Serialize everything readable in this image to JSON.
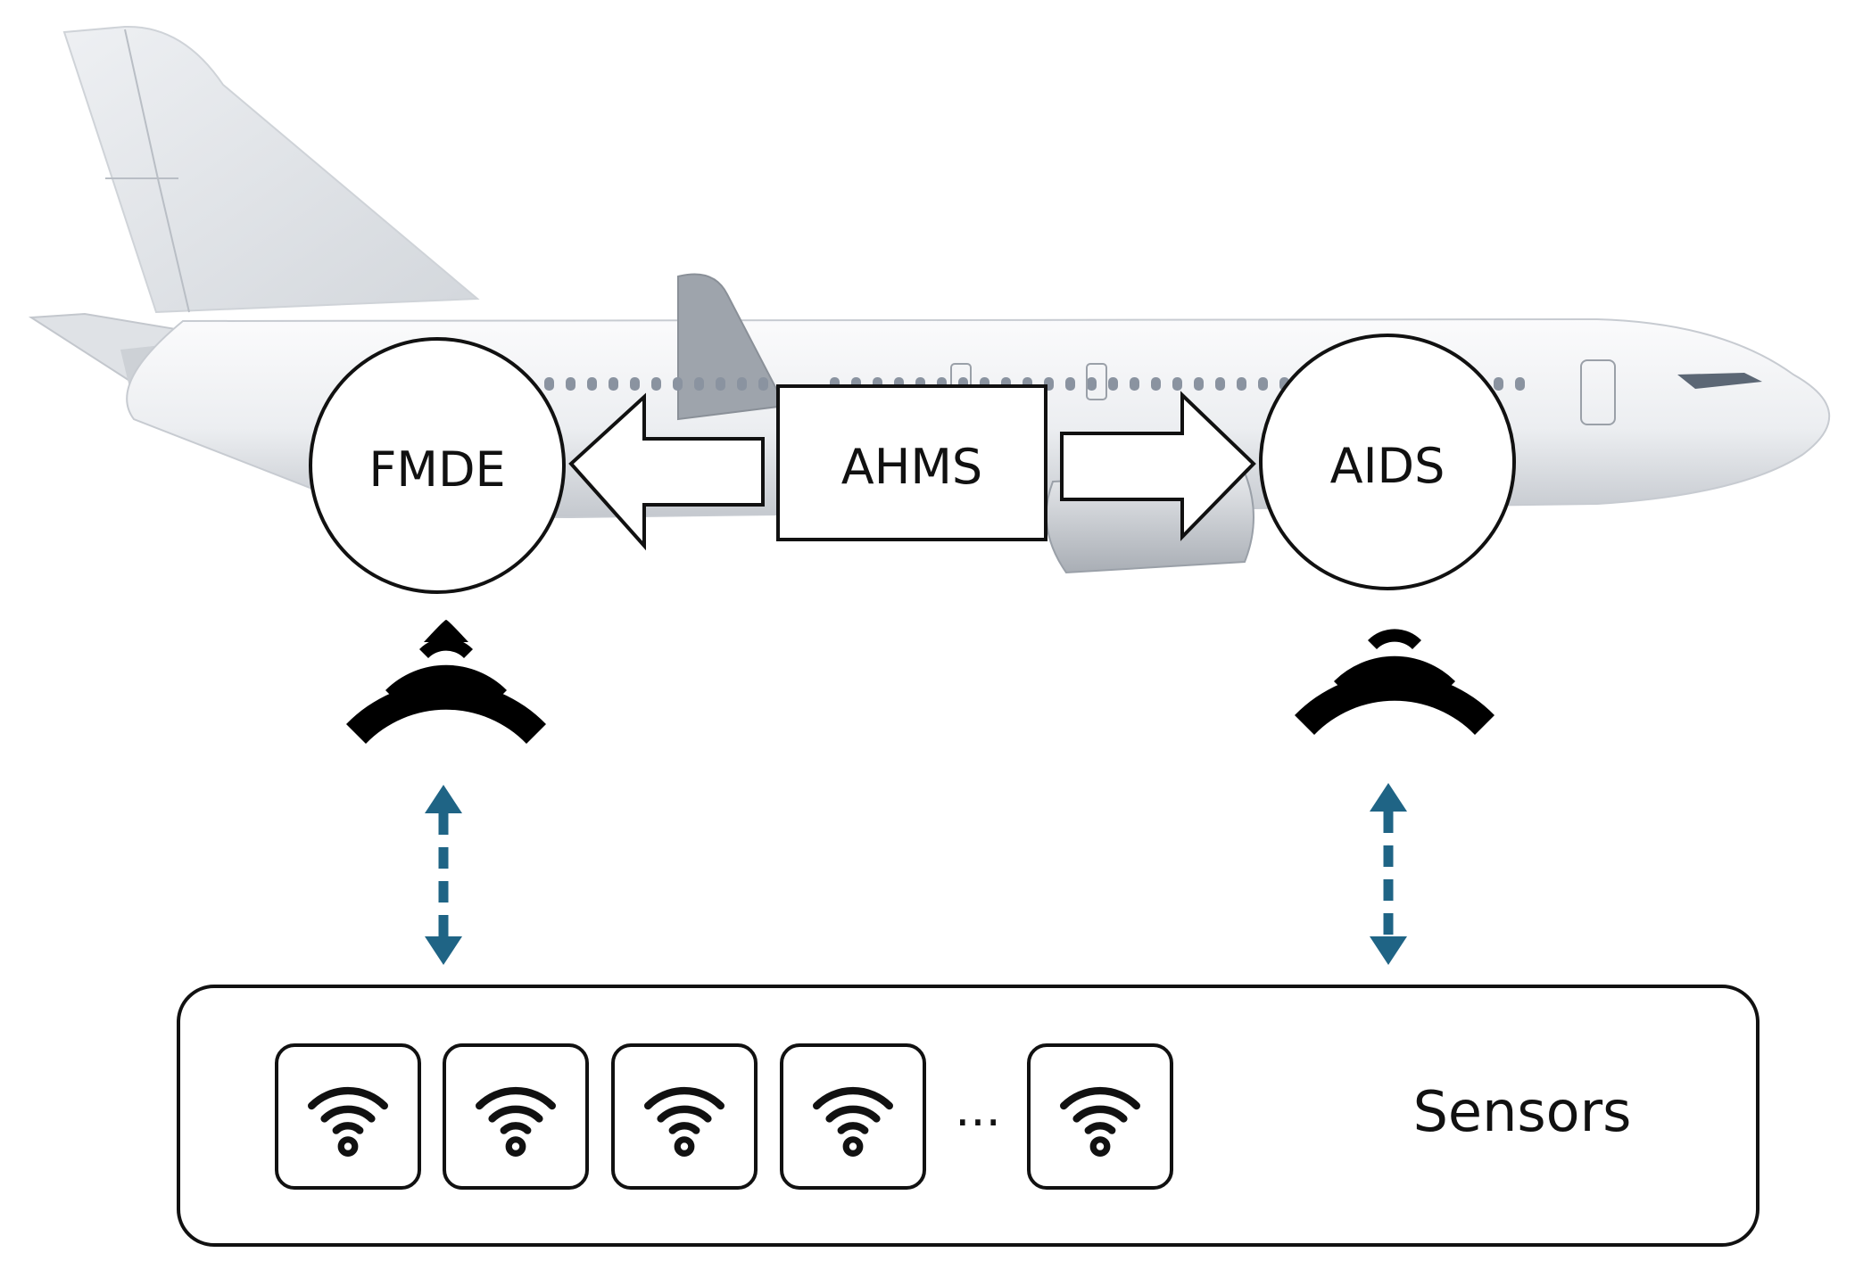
{
  "diagram": {
    "nodes": {
      "fmde": "FMDE",
      "ahms": "AHMS",
      "aids": "AIDS",
      "sensors": "Sensors"
    },
    "ellipsis": "...",
    "colors": {
      "outline": "#111111",
      "link_arrow": "#1f6485",
      "fuselage": "#f1f2f4",
      "fuselage_shadow": "#c9ccd1",
      "tail": "#e3e6ea",
      "engine": "#d5d8dc",
      "window": "#8a93a0"
    },
    "icons": {
      "aircraft": "airplane-illustration",
      "broadcast": "wireless-signal-icon",
      "sensor": "wifi-sensor-icon",
      "link": "bidirectional-dashed-arrow-icon"
    }
  }
}
